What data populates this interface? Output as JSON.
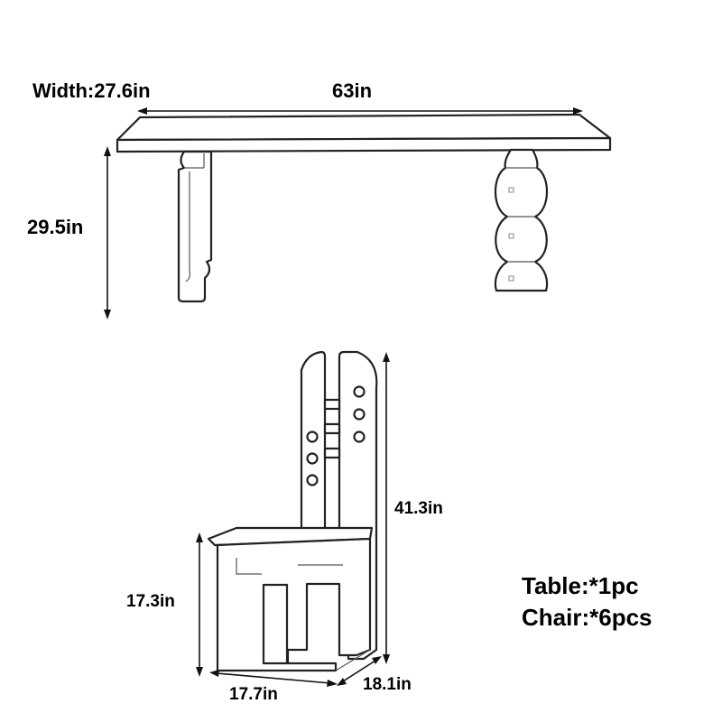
{
  "table": {
    "width_label": "Width:27.6in",
    "length_label": "63in",
    "height_label": "29.5in"
  },
  "chair": {
    "height_label": "41.3in",
    "seat_height_label": "17.3in",
    "width_label": "17.7in",
    "depth_label": "18.1in"
  },
  "quantity": {
    "table": "Table:*1pc",
    "chair": "Chair:*6pcs"
  }
}
